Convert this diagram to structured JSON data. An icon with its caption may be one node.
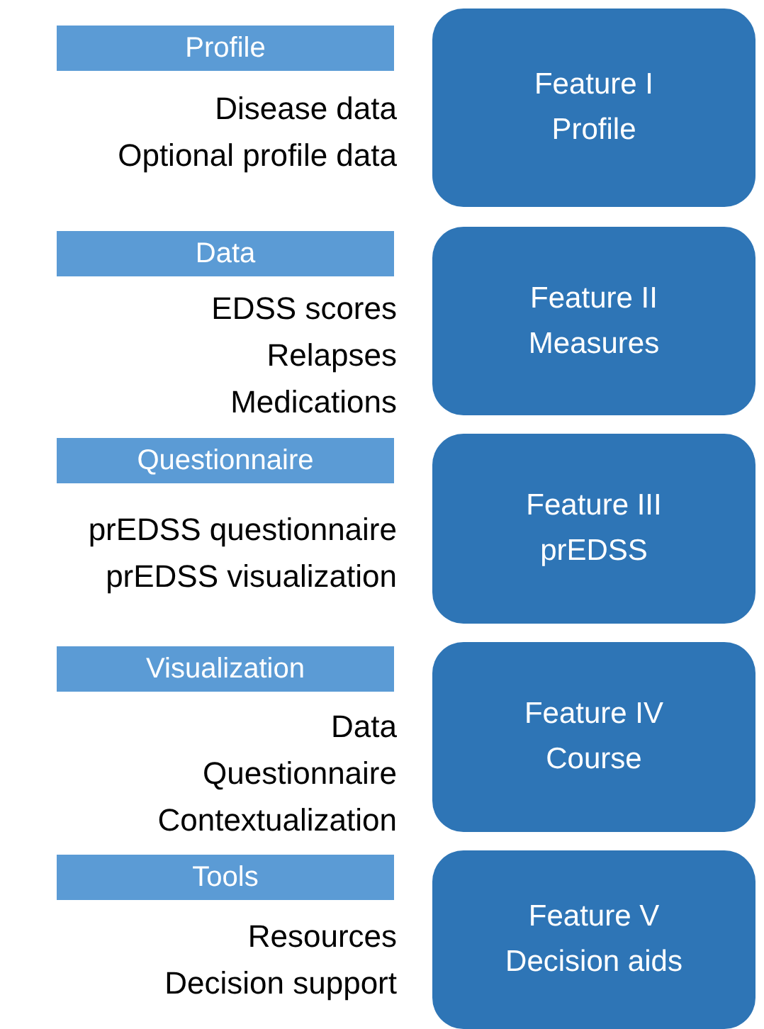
{
  "diagram": {
    "nodes": [
      {
        "text": [
          "Profile"
        ],
        "beside": [
          "Disease data",
          "Optional profile data"
        ]
      },
      {
        "text": [
          "Feature I",
          "Profile"
        ]
      },
      {
        "text": [
          "Data"
        ],
        "beside": [
          "EDSS scores",
          "Relapses",
          "Medications"
        ]
      },
      {
        "text": [
          "Feature II",
          "Measures"
        ]
      },
      {
        "text": [
          "Questionnaire"
        ],
        "beside": [
          "prEDSS questionnaire",
          "prEDSS visualization"
        ]
      },
      {
        "text": [
          "Feature III",
          "prEDSS"
        ]
      },
      {
        "text": [
          "Visualization"
        ],
        "beside": [
          "Data",
          "Questionnaire",
          "Contextualization"
        ]
      },
      {
        "text": [
          "Feature IV",
          "Course"
        ]
      },
      {
        "text": [
          "Tools"
        ],
        "beside": [
          "Resources",
          "Decision support"
        ]
      },
      {
        "text": [
          "Feature V",
          "Decision aids"
        ]
      }
    ]
  }
}
